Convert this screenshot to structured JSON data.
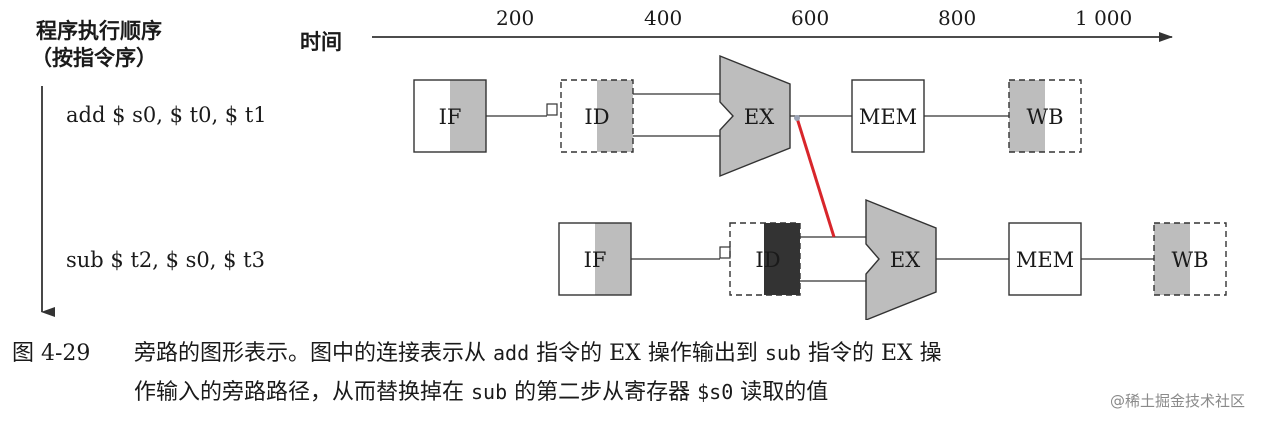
{
  "axis": {
    "order_label_line1": "程序执行顺序",
    "order_label_line2": "（按指令序）",
    "time_label": "时间",
    "ticks": [
      "200",
      "400",
      "600",
      "800",
      "1 000"
    ]
  },
  "instructions": [
    {
      "text": "add  $ s0,  $ t0,   $ t1",
      "stages": [
        "IF",
        "ID",
        "EX",
        "MEM",
        "WB"
      ]
    },
    {
      "text": "sub $ t2, $ s0, $ t3",
      "stages": [
        "IF",
        "ID",
        "EX",
        "MEM",
        "WB"
      ]
    }
  ],
  "bypass": {
    "color": "#d8262b"
  },
  "caption": {
    "figure_no": "图 4-29",
    "line1_a": "旁路的图形表示。图中的连接表示从 ",
    "line1_code1": "add",
    "line1_b": " 指令的 EX 操作输出到 ",
    "line1_code2": "sub",
    "line1_c": " 指令的 EX 操",
    "line2_a": "作输入的旁路路径，从而替换掉在 ",
    "line2_code1": "sub",
    "line2_b": " 的第二步从寄存器 ",
    "line2_code2": "$s0",
    "line2_c": " 读取的值"
  },
  "watermark": "@稀土掘金技术社区",
  "colors": {
    "shade": "#bdbdbd",
    "dark_shade": "#333333",
    "line": "#333333"
  }
}
